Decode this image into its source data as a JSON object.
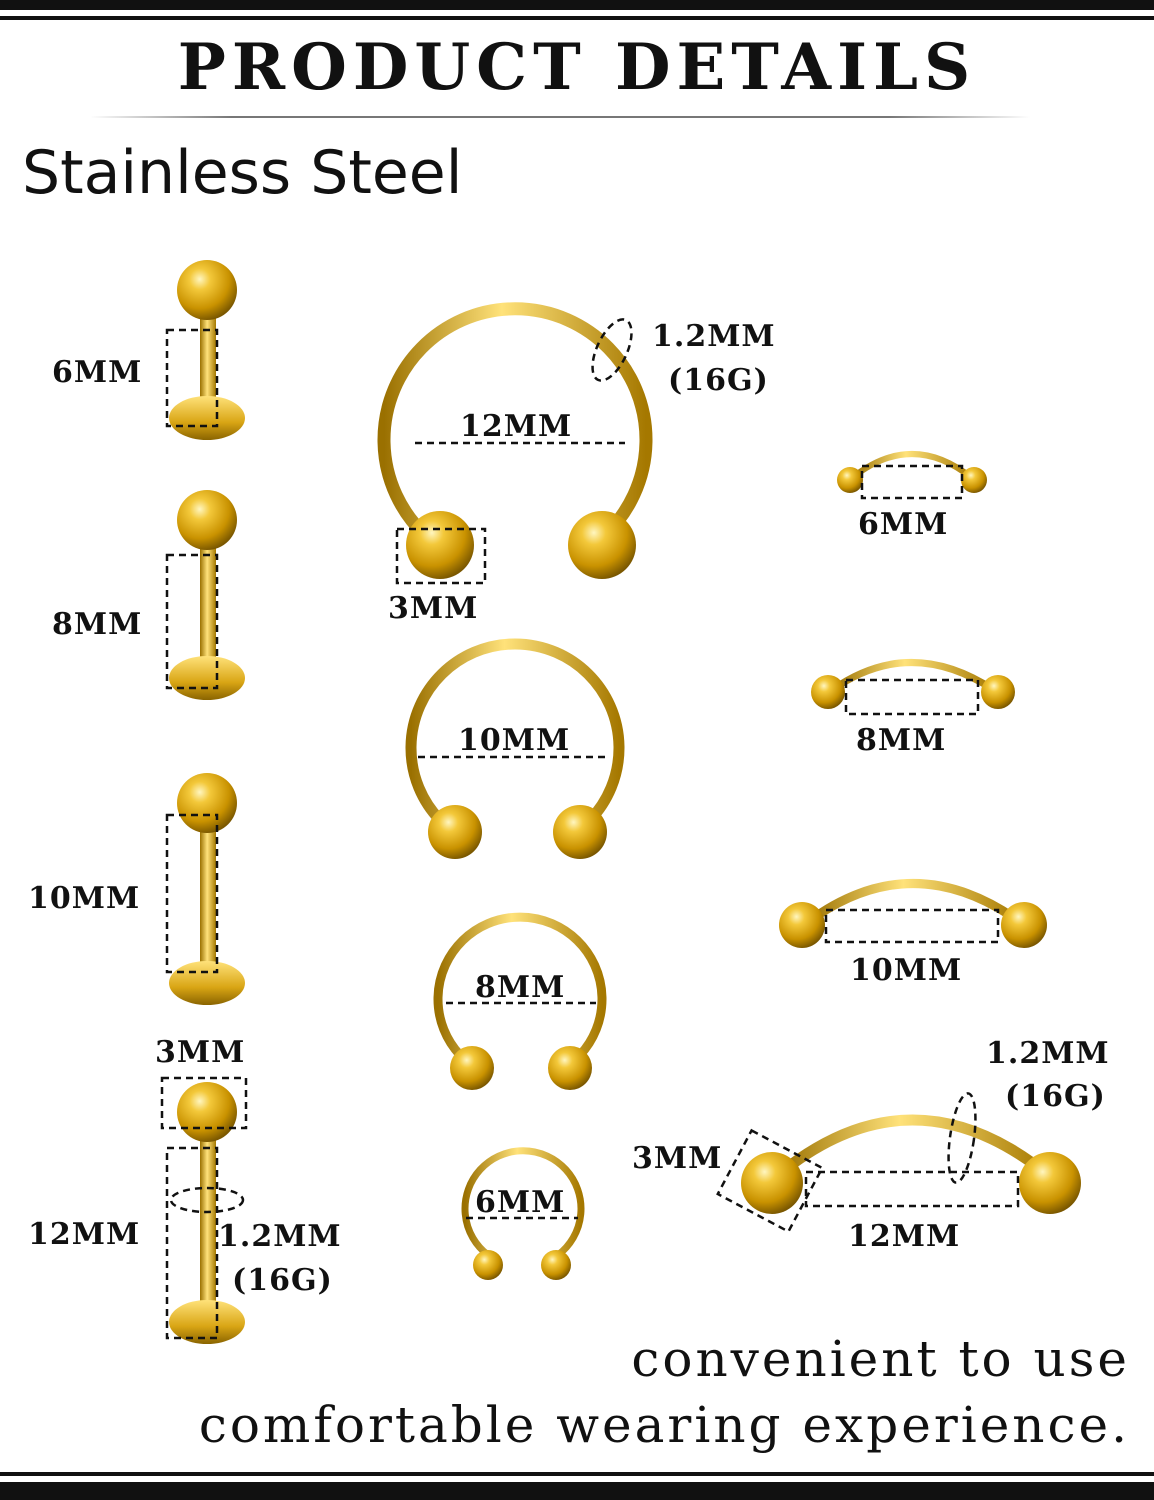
{
  "header": {
    "title": "PRODUCT DETAILS",
    "subtitle": "Stainless Steel"
  },
  "colors": {
    "gold": "#d4a20f",
    "gold_light": "#ffe680",
    "gold_dark": "#8a6400",
    "ink": "#111111"
  },
  "labret_column": {
    "sizes": [
      "6MM",
      "8MM",
      "10MM",
      "12MM"
    ],
    "ball_label": "3MM",
    "gauge_label": "1.2MM",
    "gauge_sub": "(16G)"
  },
  "horseshoe_column": {
    "sizes": [
      "12MM",
      "10MM",
      "8MM",
      "6MM"
    ],
    "ball_label": "3MM",
    "gauge_label": "1.2MM",
    "gauge_sub": "(16G)"
  },
  "curved_column": {
    "sizes": [
      "6MM",
      "8MM",
      "10MM",
      "12MM"
    ],
    "ball_label": "3MM",
    "gauge_label": "1.2MM",
    "gauge_sub": "(16G)"
  },
  "tagline": {
    "line1": "convenient to use",
    "line2": "comfortable wearing experience."
  }
}
